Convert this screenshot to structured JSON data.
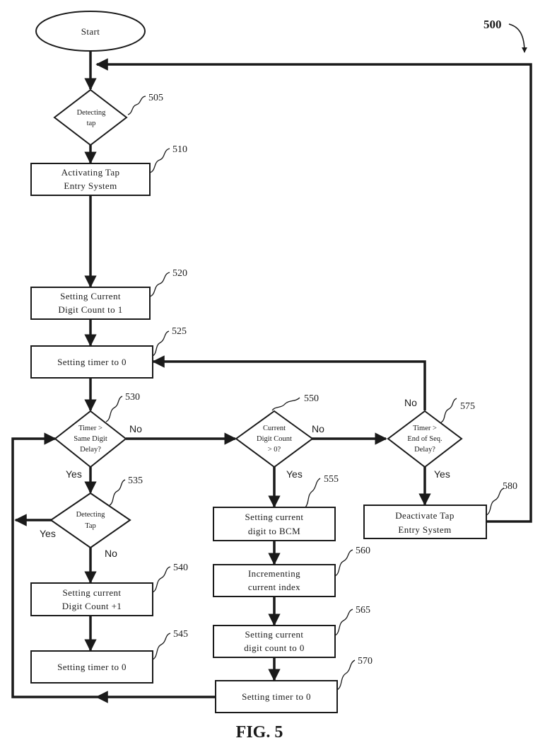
{
  "figure_label": "FIG. 5",
  "figure_ref": "500",
  "nodes": {
    "start": {
      "lines": [
        "Start"
      ]
    },
    "n505": {
      "ref": "505",
      "lines": [
        "Detecting",
        "tap"
      ]
    },
    "n510": {
      "ref": "510",
      "lines": [
        "Activating Tap",
        "Entry System"
      ]
    },
    "n520": {
      "ref": "520",
      "lines": [
        "Setting Current",
        "Digit Count to 1"
      ]
    },
    "n525": {
      "ref": "525",
      "lines": [
        "Setting timer to 0"
      ]
    },
    "n530": {
      "ref": "530",
      "lines": [
        "Timer >",
        "Same Digit",
        "Delay?"
      ]
    },
    "n535": {
      "ref": "535",
      "lines": [
        "Detecting",
        "Tap"
      ]
    },
    "n540": {
      "ref": "540",
      "lines": [
        "Setting current",
        "Digit Count +1"
      ]
    },
    "n545": {
      "ref": "545",
      "lines": [
        "Setting timer to 0"
      ]
    },
    "n550": {
      "ref": "550",
      "lines": [
        "Current",
        "Digit Count",
        "> 0?"
      ]
    },
    "n555": {
      "ref": "555",
      "lines": [
        "Setting current",
        "digit to BCM"
      ]
    },
    "n560": {
      "ref": "560",
      "lines": [
        "Incrementing",
        "current index"
      ]
    },
    "n565": {
      "ref": "565",
      "lines": [
        "Setting current",
        "digit count to 0"
      ]
    },
    "n570": {
      "ref": "570",
      "lines": [
        "Setting timer to 0"
      ]
    },
    "n575": {
      "ref": "575",
      "lines": [
        "Timer >",
        "End of Seq.",
        "Delay?"
      ]
    },
    "n580": {
      "ref": "580",
      "lines": [
        "Deactivate Tap",
        "Entry System"
      ]
    }
  },
  "branch_labels": {
    "d530_no": "No",
    "d530_yes": "Yes",
    "d535_yes": "Yes",
    "d535_no": "No",
    "d550_no": "No",
    "d550_yes": "Yes",
    "d575_no": "No",
    "d575_yes": "Yes"
  }
}
